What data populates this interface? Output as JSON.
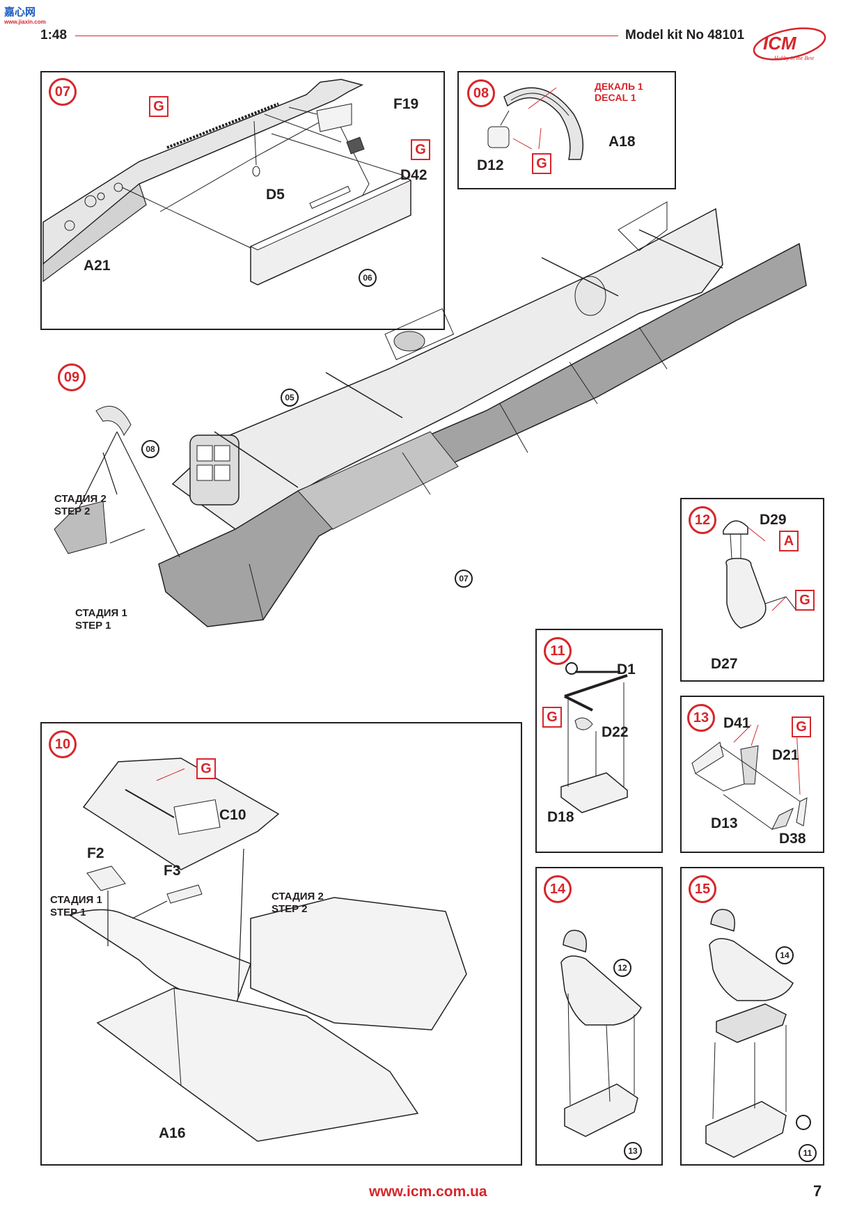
{
  "header": {
    "scale": "1:48",
    "kit_label": "Model kit No 48101",
    "logo_text": "ICM",
    "logo_tagline": "Hobby in the Best",
    "watermark_text": "嘉心网",
    "watermark_sub": "www.jiaxin.com"
  },
  "colors": {
    "accent": "#d7262b",
    "ink": "#231f20",
    "part_fill": "#e9e9e9",
    "part_dark": "#9a9a9a"
  },
  "steps": {
    "s07": {
      "num": "07",
      "parts": {
        "f19": "F19",
        "d42": "D42",
        "d5": "D5",
        "a21": "A21"
      },
      "color_codes": {
        "g1": "G",
        "g2": "G"
      },
      "ref": "06"
    },
    "s08": {
      "num": "08",
      "decal_ru": "ДЕКАЛЬ 1",
      "decal_en": "DECAL 1",
      "parts": {
        "a18": "A18",
        "d12": "D12"
      },
      "color_codes": {
        "g1": "G"
      }
    },
    "s09": {
      "num": "09",
      "refs": {
        "r05": "05",
        "r08": "08",
        "r07": "07"
      },
      "stage2_ru": "СТАДИЯ 2",
      "stage2_en": "STEP 2",
      "stage1_ru": "СТАДИЯ 1",
      "stage1_en": "STEP 1"
    },
    "s10": {
      "num": "10",
      "parts": {
        "c10": "C10",
        "f2": "F2",
        "f3": "F3",
        "a16": "A16"
      },
      "color_codes": {
        "g1": "G"
      },
      "stage1_ru": "СТАДИЯ 1",
      "stage1_en": "STEP 1",
      "stage2_ru": "СТАДИЯ 2",
      "stage2_en": "STEP 2"
    },
    "s11": {
      "num": "11",
      "parts": {
        "d1": "D1",
        "d22": "D22",
        "d18": "D18"
      },
      "color_codes": {
        "g1": "G"
      }
    },
    "s12": {
      "num": "12",
      "parts": {
        "d29": "D29",
        "d27": "D27"
      },
      "color_codes": {
        "a": "A",
        "g": "G"
      }
    },
    "s13": {
      "num": "13",
      "parts": {
        "d41": "D41",
        "d21": "D21",
        "d13": "D13",
        "d38": "D38"
      },
      "color_codes": {
        "g": "G"
      }
    },
    "s14": {
      "num": "14",
      "refs": {
        "r12": "12",
        "r13": "13"
      }
    },
    "s15": {
      "num": "15",
      "refs": {
        "r14": "14",
        "r11": "11"
      }
    }
  },
  "footer": {
    "url": "www.icm.com.ua",
    "page": "7"
  }
}
